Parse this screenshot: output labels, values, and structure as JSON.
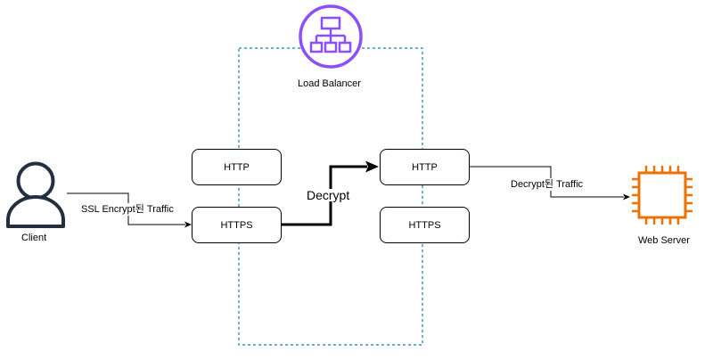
{
  "diagram": {
    "nodes": {
      "client": {
        "label": "Client",
        "icon": "user-icon"
      },
      "load_balancer": {
        "label": "Load Balancer",
        "icon": "load-balancer-icon",
        "color": "#8c4fff"
      },
      "lb_http_left": {
        "label": "HTTP"
      },
      "lb_https_left": {
        "label": "HTTPS"
      },
      "lb_http_right": {
        "label": "HTTP"
      },
      "lb_https_right": {
        "label": "HTTPS"
      },
      "web_server": {
        "label": "Web Server",
        "icon": "ec2-instance-icon",
        "color": "#ed7100"
      }
    },
    "edges": {
      "client_to_https": {
        "label": "SSL Encrypt된 Traffic"
      },
      "decrypt": {
        "label": "Decrypt"
      },
      "http_to_server": {
        "label": "Decrypt된 Traffic"
      }
    },
    "boundary_color": "#147eba"
  }
}
